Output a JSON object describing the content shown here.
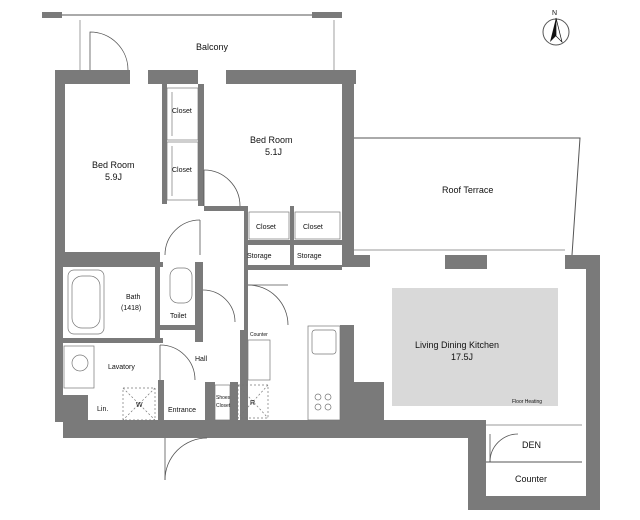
{
  "labels": {
    "balcony": "Balcony",
    "bedroom_left": "Bed Room",
    "bedroom_left_size": "5.9J",
    "bedroom_right": "Bed Room",
    "bedroom_right_size": "5.1J",
    "closet_1": "Closet",
    "closet_2": "Closet",
    "closet_3": "Closet",
    "closet_4": "Closet",
    "roof_terrace": "Roof Terrace",
    "storage_1": "Storage",
    "storage_2": "Storage",
    "bath": "Bath",
    "bath_size": "(1418)",
    "toilet": "Toilet",
    "counter_small": "Counter",
    "hall": "Hall",
    "lavatory": "Lavatory",
    "lin": "Lin.",
    "washer": "W",
    "entrance": "Entrance",
    "shoes_closet_1": "Shoes",
    "shoes_closet_2": "Closet",
    "refrigerator": "R",
    "ldk": "Living Dining Kitchen",
    "ldk_size": "17.5J",
    "floor_heating": "Floor Heating",
    "den": "DEN",
    "counter": "Counter",
    "north": "N"
  }
}
